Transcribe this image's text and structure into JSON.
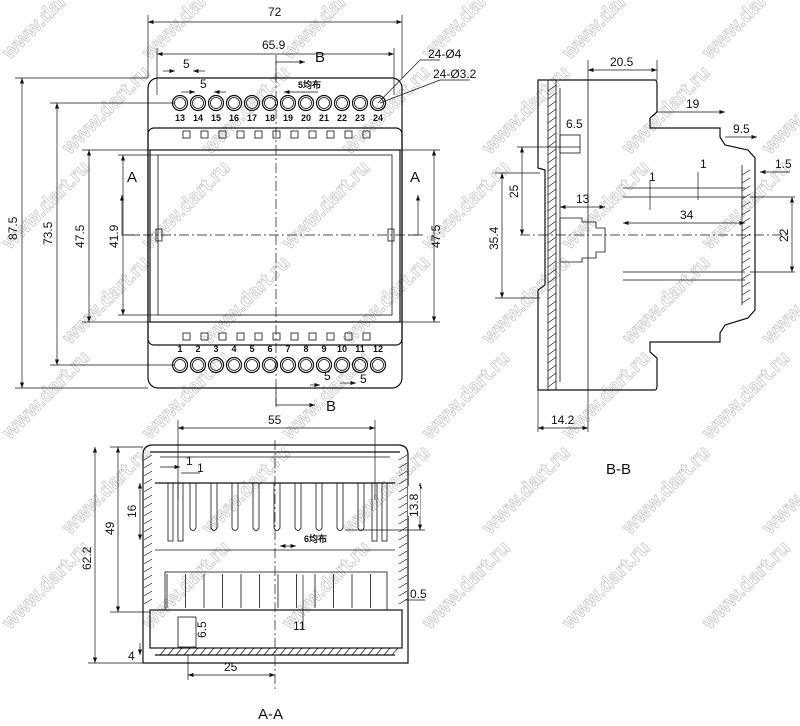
{
  "watermark": "www.dart.ru",
  "top_view": {
    "dims": {
      "width_overall": "72",
      "pin_span": "65.9",
      "height_overall": "87.5",
      "height_pins": "73.5",
      "window_height_left": "47.5",
      "window_inner": "41.9",
      "window_height_right": "47.5",
      "pitch_top_a": "5",
      "pitch_top_b": "5",
      "pitch_top_even": "5均布",
      "pitch_bottom_a": "5",
      "pitch_bottom_b": "5",
      "hole_outer": "24-Ø4",
      "hole_inner": "24-Ø3.2"
    },
    "section_marks": {
      "a_left": "A",
      "a_right": "A",
      "b_top": "B",
      "b_bottom": "B"
    },
    "top_pins": [
      "13",
      "14",
      "15",
      "16",
      "17",
      "18",
      "19",
      "20",
      "21",
      "22",
      "23",
      "24"
    ],
    "bottom_pins": [
      "1",
      "2",
      "3",
      "4",
      "5",
      "6",
      "7",
      "8",
      "9",
      "10",
      "11",
      "12"
    ]
  },
  "section_aa": {
    "title": "A-A",
    "dims": {
      "width_inner": "55",
      "height_49": "49",
      "height_62": "62.2",
      "fin_16": "16",
      "fin_13_8": "13.8",
      "fin_gap_1a": "1",
      "fin_gap_1b": "1",
      "fin_pitch": "6均布",
      "step_0_5": "0.5",
      "clip_6_5": "6.5",
      "fin_11": "11",
      "base_4": "4",
      "clip_25": "25"
    }
  },
  "section_bb": {
    "title": "B-B",
    "dims": {
      "d20_5": "20.5",
      "d19": "19",
      "d9_5": "9.5",
      "d1_5": "1.5",
      "d6_5": "6.5",
      "d25": "25",
      "d35_4": "35.4",
      "d13": "13",
      "d1a": "1",
      "d1b": "1",
      "d34": "34",
      "d22": "22",
      "d14_2": "14.2"
    }
  }
}
